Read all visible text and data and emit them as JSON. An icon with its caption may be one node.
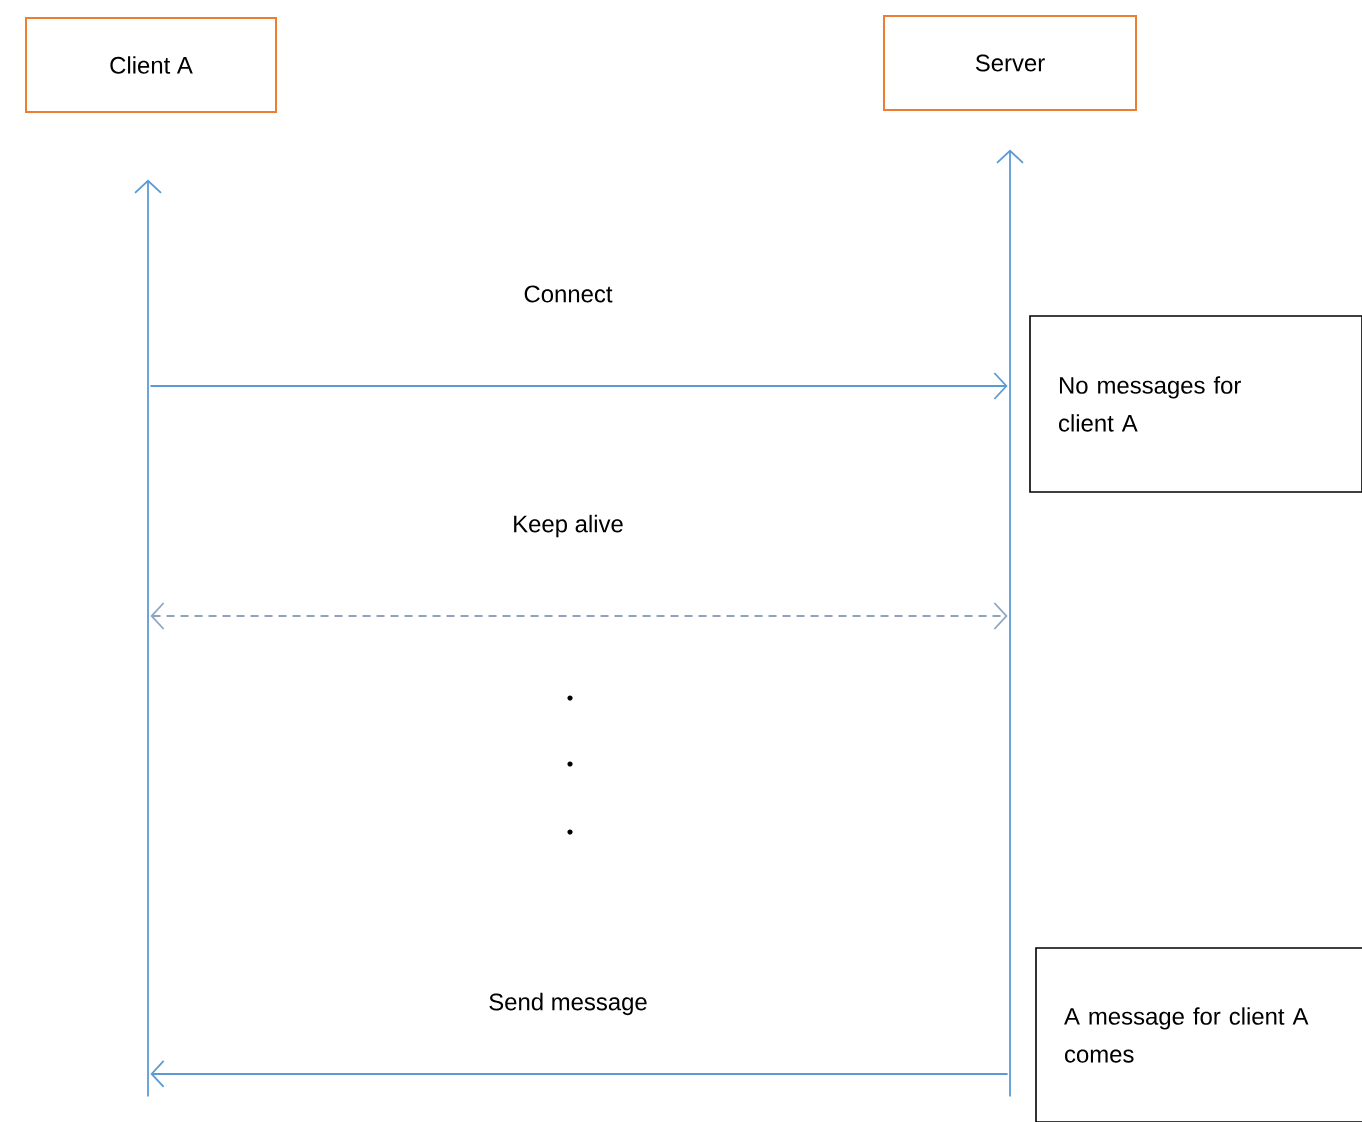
{
  "diagram": {
    "nodes": [
      {
        "text": [
          "Client A"
        ]
      },
      {
        "text": [
          "Server"
        ]
      },
      {
        "text": [
          "No messages for client A"
        ]
      },
      {
        "text": [
          "A message for client A comes"
        ]
      },
      {
        "text": [],
        "shape": "line"
      },
      {
        "text": [],
        "shape": "line"
      }
    ],
    "edges": [
      {
        "from": 4,
        "to": 5,
        "arrow": "to",
        "label": "Connect"
      },
      {
        "from": 4,
        "to": 5,
        "arrow": "both",
        "label": "Keep alive",
        "style": "dashed",
        "color": "#8da3bf"
      },
      {
        "from": 5,
        "to": 4,
        "arrow": "to",
        "label": "Send message"
      }
    ]
  }
}
